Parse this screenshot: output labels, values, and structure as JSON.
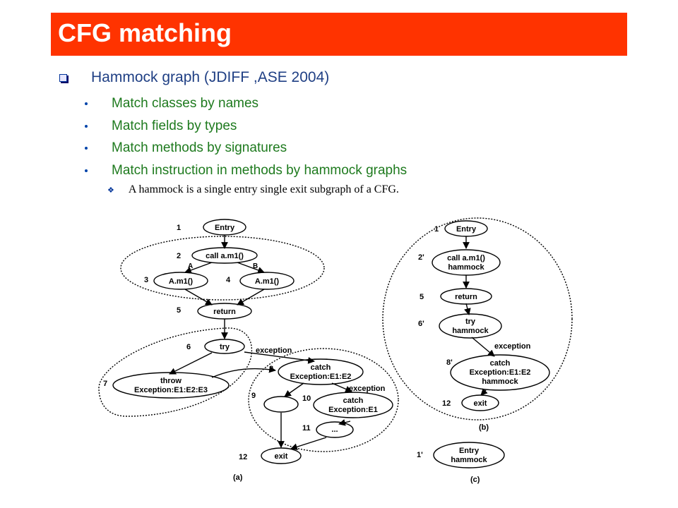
{
  "slide": {
    "title": "CFG matching",
    "bullet1": "Hammock graph (JDIFF ,ASE 2004)",
    "sub_bullets": [
      "Match classes by names",
      "Match fields by types",
      "Match methods by signatures",
      "Match instruction in methods by hammock graphs"
    ],
    "sub_sub_bullet": "A hammock is a single entry single exit subgraph of a CFG."
  },
  "colors": {
    "title_bg": "#ff3300",
    "bullet1_text": "#1f3f84",
    "sub_text": "#1e7a1e"
  },
  "diagram_a": {
    "caption": "(a)",
    "nodes": {
      "entry": "Entry",
      "call": "call a.m1()",
      "a_m1": "A.m1()",
      "b_m1": "A.m1()",
      "return": "return",
      "try": "try",
      "throw1": "throw",
      "throw2": "Exception:E1:E2:E3",
      "catch8_1": "catch",
      "catch8_2": "Exception:E1:E2",
      "catch10_1": "catch",
      "catch10_2": "Exception:E1",
      "dots": "...",
      "exit": "exit"
    },
    "num": {
      "n1": "1",
      "n2": "2",
      "n3": "3",
      "n4": "4",
      "n5": "5",
      "n6": "6",
      "n7": "7",
      "n8": "8",
      "n9": "9",
      "n10": "10",
      "n11": "11",
      "n12": "12"
    },
    "edge_labels": {
      "a": "A",
      "b": "B",
      "exc1": "exception",
      "exc2": "exception"
    }
  },
  "diagram_b": {
    "caption": "(b)",
    "nodes": {
      "entry": "Entry",
      "call1": "call a.m1()",
      "call2": "hammock",
      "return": "return",
      "try1": "try",
      "try2": "hammock",
      "catch1": "catch",
      "catch2": "Exception:E1:E2",
      "catch3": "hammock",
      "exit": "exit"
    },
    "num": {
      "n1": "1",
      "n2": "2'",
      "n5": "5",
      "n6": "6'",
      "n8": "8'",
      "n12": "12"
    },
    "edge_labels": {
      "exc": "exception"
    }
  },
  "diagram_c": {
    "caption": "(c)",
    "nodes": {
      "entry1": "Entry",
      "entry2": "hammock"
    },
    "num": {
      "n1": "1'"
    }
  }
}
